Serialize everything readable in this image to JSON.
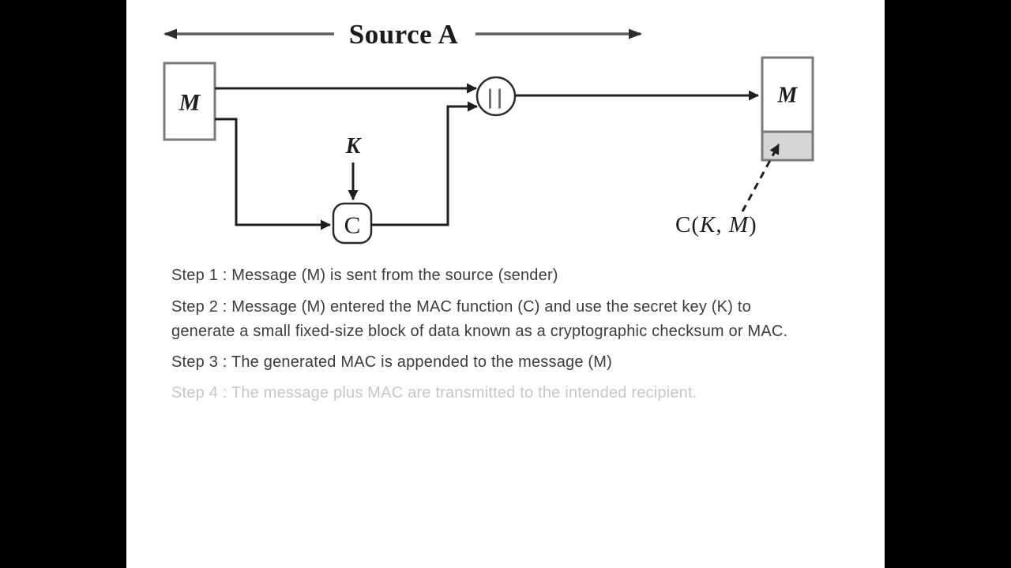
{
  "header": {
    "title": "Source A"
  },
  "diagram": {
    "source_message_label": "M",
    "dest_message_label": "M",
    "key_label": "K",
    "mac_function_label": "C",
    "concat_symbol": "||",
    "output_label": {
      "prefix": "C(",
      "key": "K",
      "separator": ", ",
      "message": "M",
      "suffix": ")"
    }
  },
  "steps": [
    {
      "id": "step-1",
      "muted": false,
      "lines": [
        "Step 1 : Message (M) is sent from the source (sender)"
      ]
    },
    {
      "id": "step-2",
      "muted": false,
      "lines": [
        "Step 2 : Message (M) entered the MAC function (C) and use the secret key (K) to",
        "generate a small fixed-size block of data known as a cryptographic checksum or MAC."
      ]
    },
    {
      "id": "step-3",
      "muted": false,
      "lines": [
        "Step 3 : The generated MAC is appended to the message (M)"
      ]
    },
    {
      "id": "step-4",
      "muted": true,
      "lines": [
        "Step 4 : The message plus MAC are transmitted to the intended recipient."
      ]
    }
  ],
  "colors": {
    "letterbox": "#000000",
    "slide_background": "#ffffff",
    "diagram_line": "#1f1f1f",
    "header_line": "#5f5f5f",
    "box_border": "#7a7a7a",
    "mac_block_fill": "#d6d6d6",
    "step_text": "#3c3c3c",
    "muted_step_text": "#c6c6c6"
  }
}
